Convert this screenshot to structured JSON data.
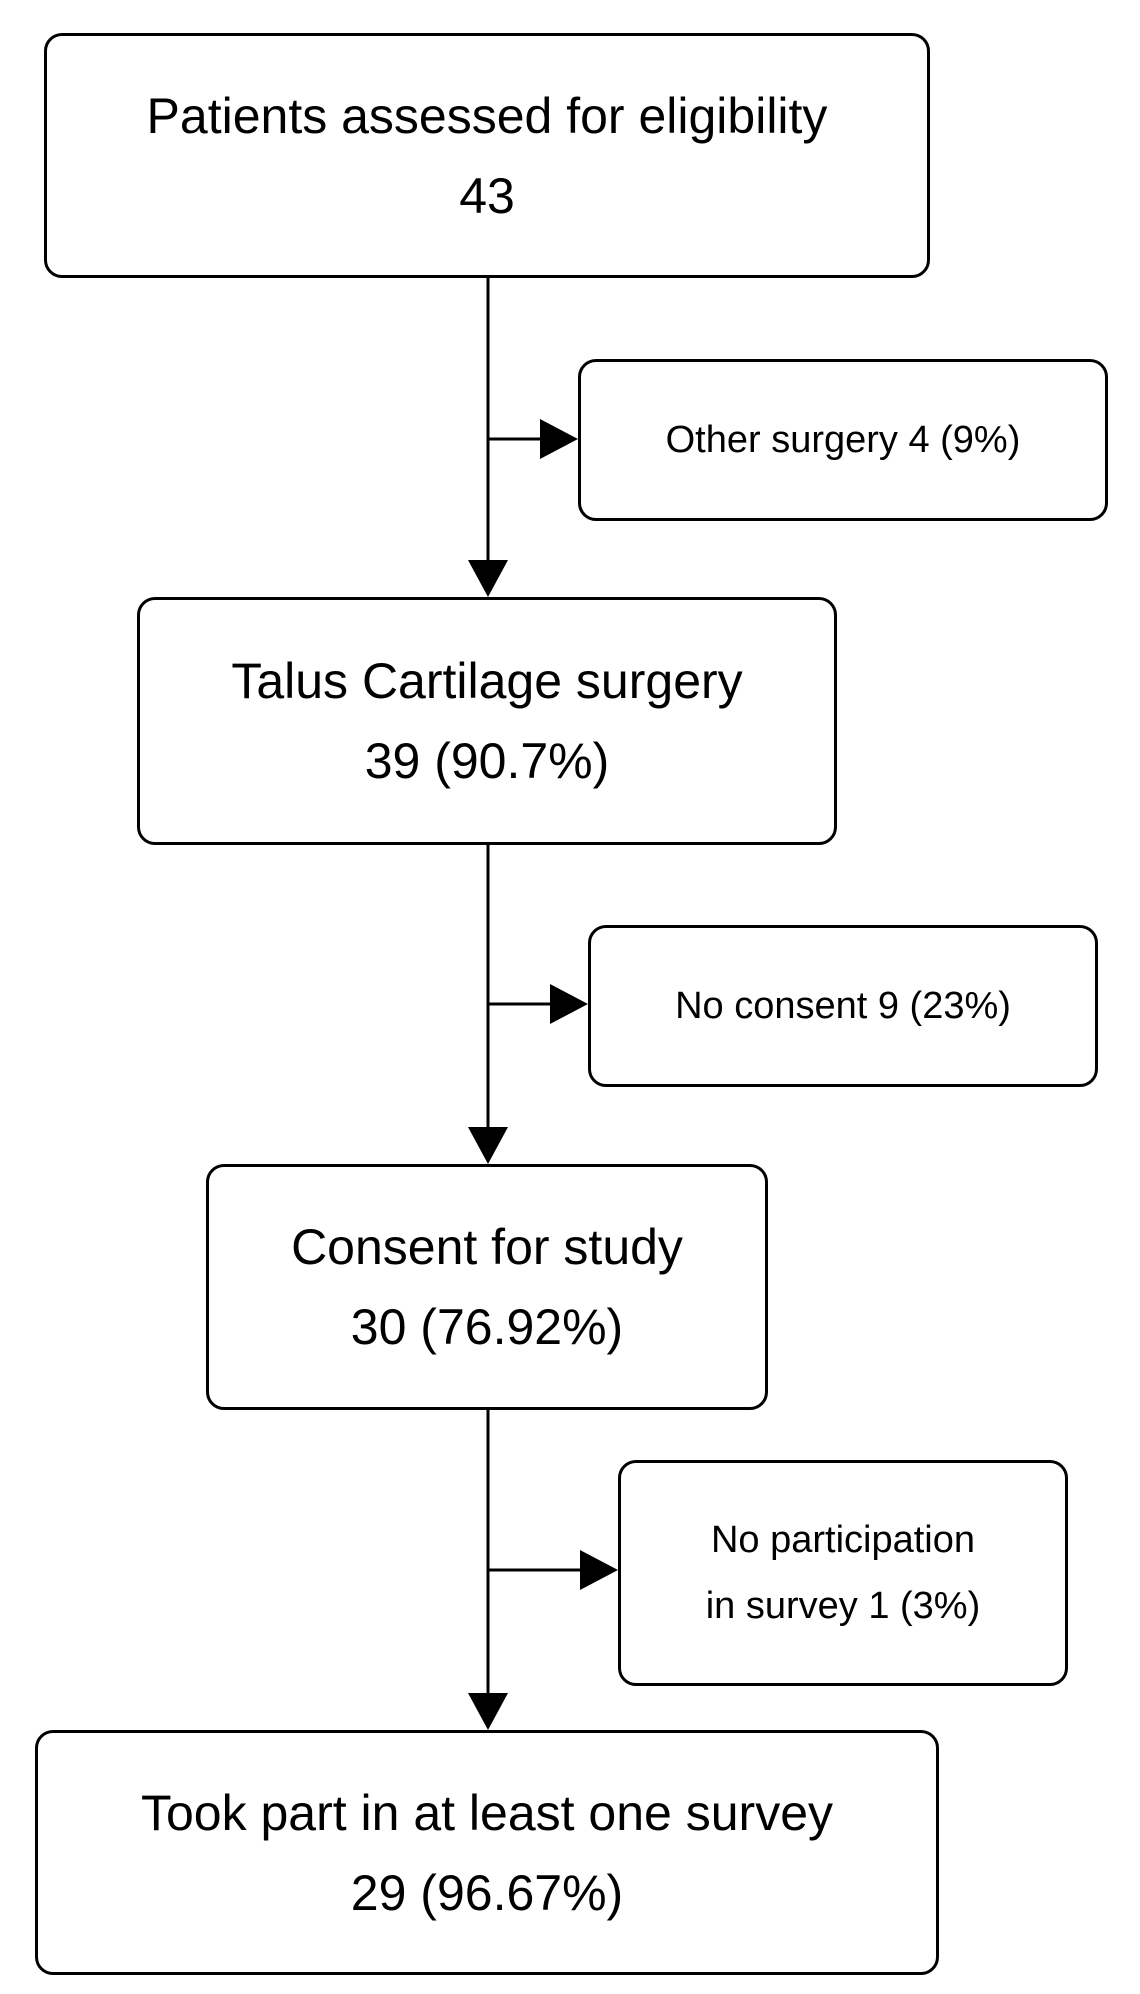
{
  "flow": {
    "stage_1": {
      "title": "Patients assessed for eligibility",
      "count": "43"
    },
    "exclusion_1": {
      "text": "Other surgery 4 (9%)"
    },
    "stage_2": {
      "title": "Talus Cartilage surgery",
      "count": "39 (90.7%)"
    },
    "exclusion_2": {
      "text": "No consent 9 (23%)"
    },
    "stage_3": {
      "title": "Consent for study",
      "count": "30 (76.92%)"
    },
    "exclusion_3": {
      "line1": "No participation",
      "line2": "in survey 1 (3%)"
    },
    "stage_4": {
      "title": "Took part in at least one survey",
      "count": "29 (96.67%)"
    }
  },
  "colors": {
    "stroke": "#000000",
    "background": "#ffffff"
  }
}
